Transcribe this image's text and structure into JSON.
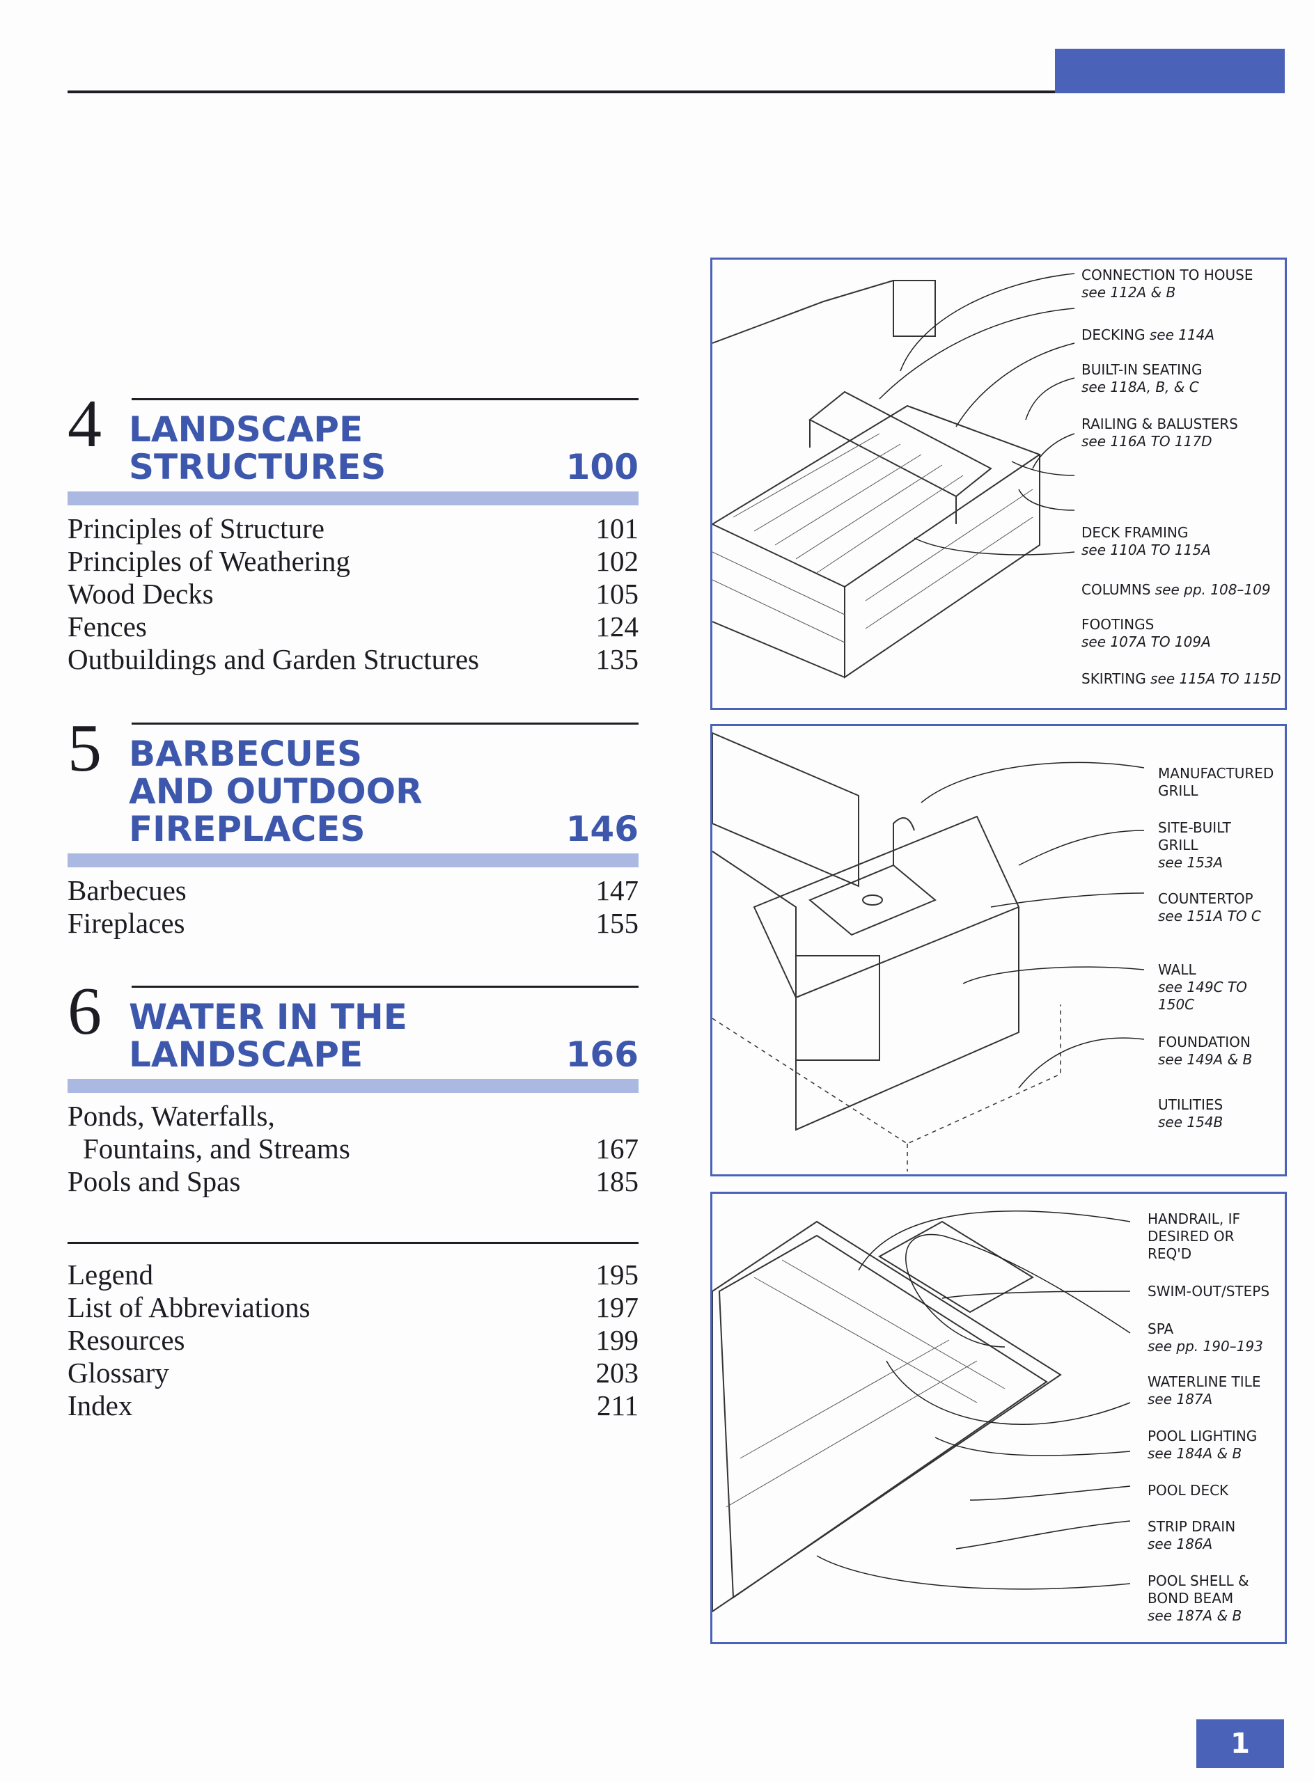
{
  "chapters": [
    {
      "number": "4",
      "title_lines": [
        "LANDSCAPE",
        "STRUCTURES"
      ],
      "page": "100",
      "entries": [
        [
          "Principles of Structure",
          "101"
        ],
        [
          "Principles of Weathering",
          "102"
        ],
        [
          "Wood Decks",
          "105"
        ],
        [
          "Fences",
          "124"
        ],
        [
          "Outbuildings and Garden Structures",
          "135"
        ]
      ]
    },
    {
      "number": "5",
      "title_lines": [
        "BARBECUES",
        "AND OUTDOOR",
        "FIREPLACES"
      ],
      "page": "146",
      "entries": [
        [
          "Barbecues",
          "147"
        ],
        [
          "Fireplaces",
          "155"
        ]
      ]
    },
    {
      "number": "6",
      "title_lines": [
        "WATER IN THE",
        "LANDSCAPE"
      ],
      "page": "166",
      "entries": [
        [
          "Ponds, Waterfalls,",
          ""
        ],
        [
          "Fountains, and Streams",
          "167"
        ],
        [
          "Pools and Spas",
          "185"
        ]
      ]
    }
  ],
  "backmatter": [
    [
      "Legend",
      "195"
    ],
    [
      "List of Abbreviations",
      "197"
    ],
    [
      "Resources",
      "199"
    ],
    [
      "Glossary",
      "203"
    ],
    [
      "Index",
      "211"
    ]
  ],
  "panels": {
    "deck": [
      [
        "CONNECTION TO HOUSE",
        "see 112A & B"
      ],
      [
        "DECKING",
        "see 114A"
      ],
      [
        "BUILT-IN SEATING",
        "see 118A, B, & C"
      ],
      [
        "RAILING & BALUSTERS",
        "see 116A TO 117D"
      ],
      [
        "DECK FRAMING",
        "see 110A TO 115A"
      ],
      [
        "COLUMNS",
        "see pp. 108–109"
      ],
      [
        "FOOTINGS",
        "see 107A TO 109A"
      ],
      [
        "SKIRTING",
        "see 115A TO 115D"
      ]
    ],
    "grill": [
      [
        "MANUFACTURED GRILL",
        ""
      ],
      [
        "SITE-BUILT GRILL",
        "see 153A"
      ],
      [
        "COUNTERTOP",
        "see 151A TO C"
      ],
      [
        "WALL",
        "see 149C TO 150C"
      ],
      [
        "FOUNDATION",
        "see 149A & B"
      ],
      [
        "UTILITIES",
        "see 154B"
      ]
    ],
    "pool": [
      [
        "HANDRAIL, IF DESIRED OR REQ'D",
        ""
      ],
      [
        "SWIM-OUT/STEPS",
        ""
      ],
      [
        "SPA",
        "see pp. 190–193"
      ],
      [
        "WATERLINE TILE",
        "see 187A"
      ],
      [
        "POOL LIGHTING",
        "see 184A & B"
      ],
      [
        "POOL DECK",
        ""
      ],
      [
        "STRIP DRAIN",
        "see 186A"
      ],
      [
        "POOL SHELL & BOND BEAM",
        "see 187A & B"
      ]
    ]
  },
  "page_number": "1",
  "colors": {
    "accent": "#3d57ac",
    "band": "#aab8e2",
    "frame": "#4a63b8"
  }
}
